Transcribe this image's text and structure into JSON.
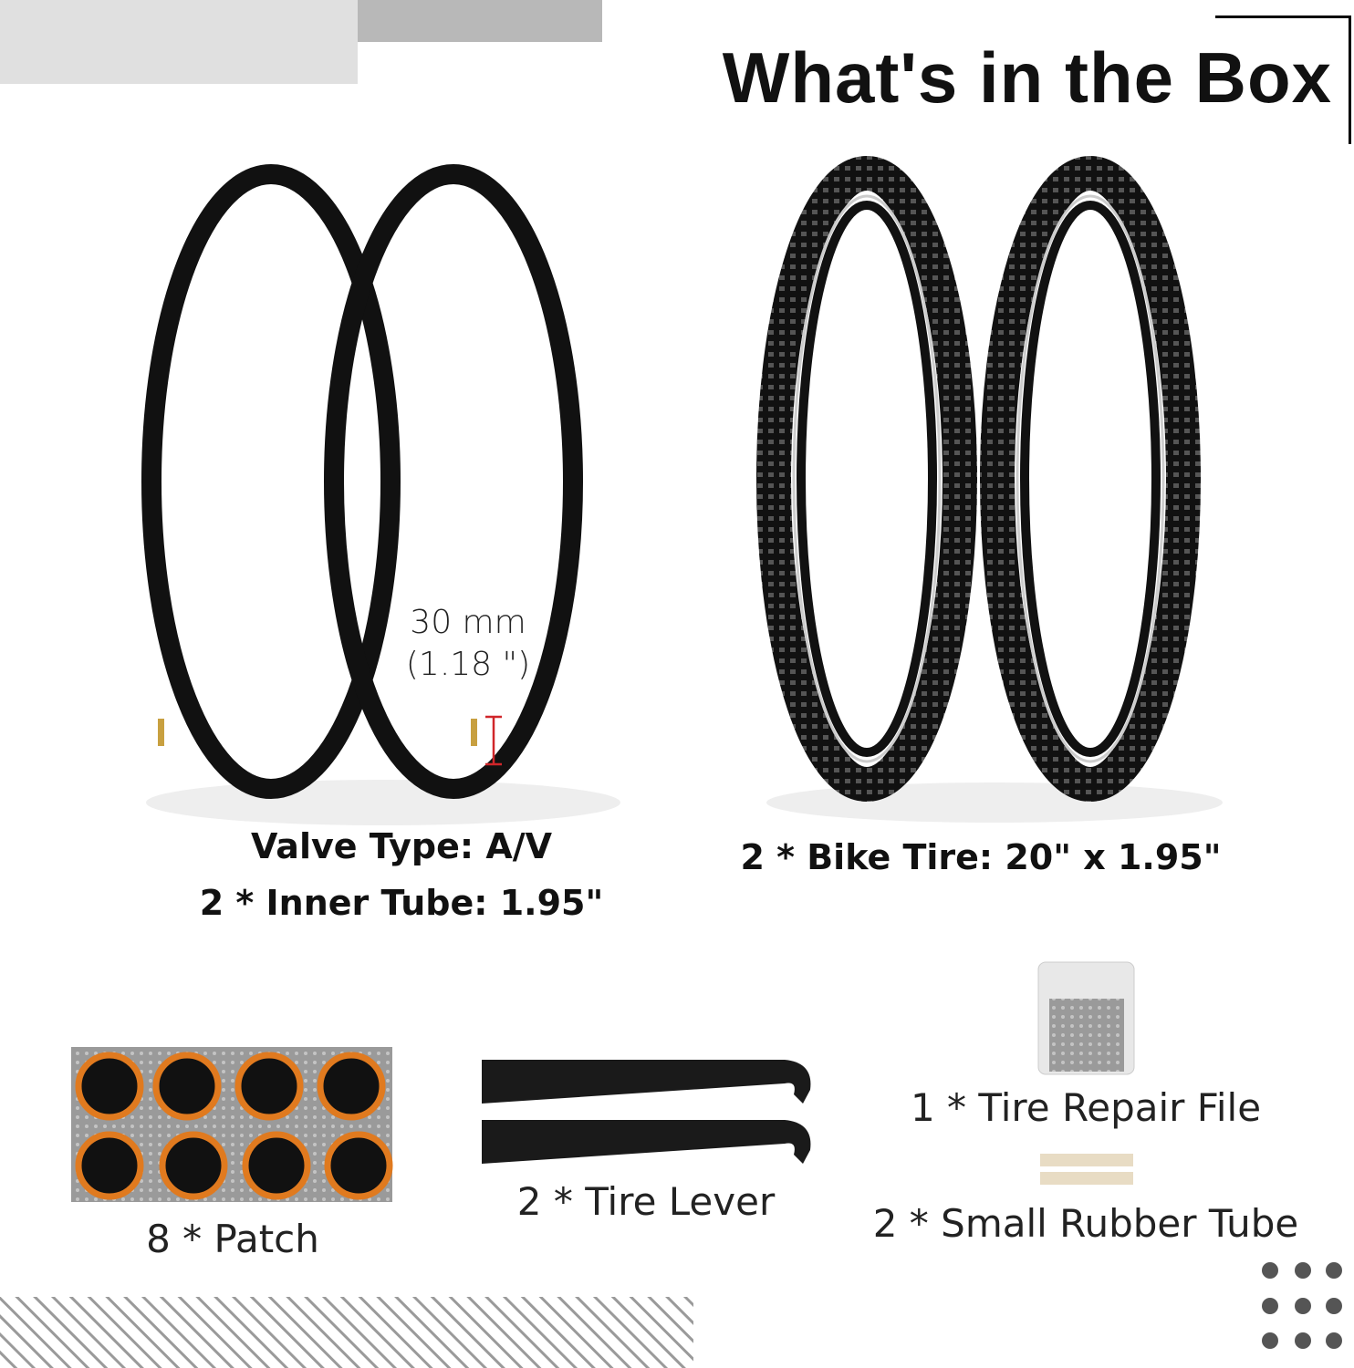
{
  "title": "What's in the Box",
  "inner_tube": {
    "measurement_mm": "30 mm",
    "measurement_in": "(1.18 \")",
    "valve_label": "Valve Type: A/V",
    "label": "2 * Inner Tube: 1.95\""
  },
  "bike_tire": {
    "label": "2 * Bike Tire: 20\" x 1.95\""
  },
  "accessories": {
    "patch": "8 * Patch",
    "lever": "2 * Tire Lever",
    "file": "1 * Tire Repair File",
    "rubber_tube": "2 * Small Rubber Tube"
  },
  "colors": {
    "patch_orange": "#e07a1f",
    "accent_red": "#d0262a",
    "valve_brass": "#c8a040",
    "header_light": "#e0e0e0",
    "header_dark": "#b8b8b8"
  }
}
